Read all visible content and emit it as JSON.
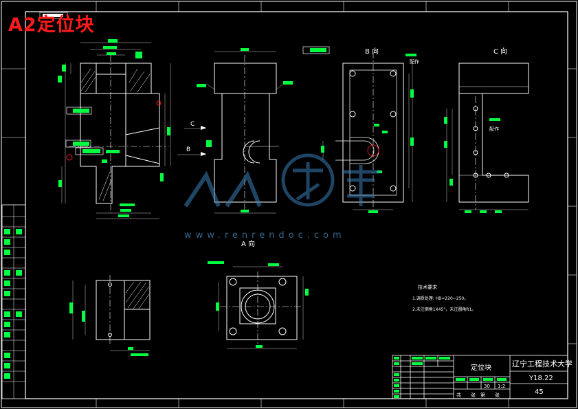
{
  "overlay": {
    "prefix": "A2",
    "title": "定位块"
  },
  "views": {
    "b_view": "B 向",
    "c_view": "C 向",
    "a_view": "A 向",
    "arrow_c": "C",
    "arrow_b": "B",
    "note_peizuo_1": "配作",
    "note_peizuo_2": "配作"
  },
  "tech": {
    "heading": "技术要求",
    "line1": "1.调质处理: HB=220~250。",
    "line2": "2.未注倒角1X45°，未注圆角R1。"
  },
  "title_block": {
    "part_name": "定位块",
    "school": "辽宁工程技术大学",
    "drawing_no": "Y18.22",
    "quantity": "45",
    "ratio_weight": "30",
    "scale": "1:2",
    "sheets": "共　　张　第　　张"
  },
  "watermark": {
    "brand": "人人文库",
    "url": "www.renrendoc.com"
  },
  "colors": {
    "line": "#ffffff",
    "dim": "#e0e0e0",
    "center": "#ffffff",
    "green": "#00ff40",
    "red": "#ff1a1a",
    "watermark": "#4a90c8",
    "grid": "#00ff40"
  }
}
